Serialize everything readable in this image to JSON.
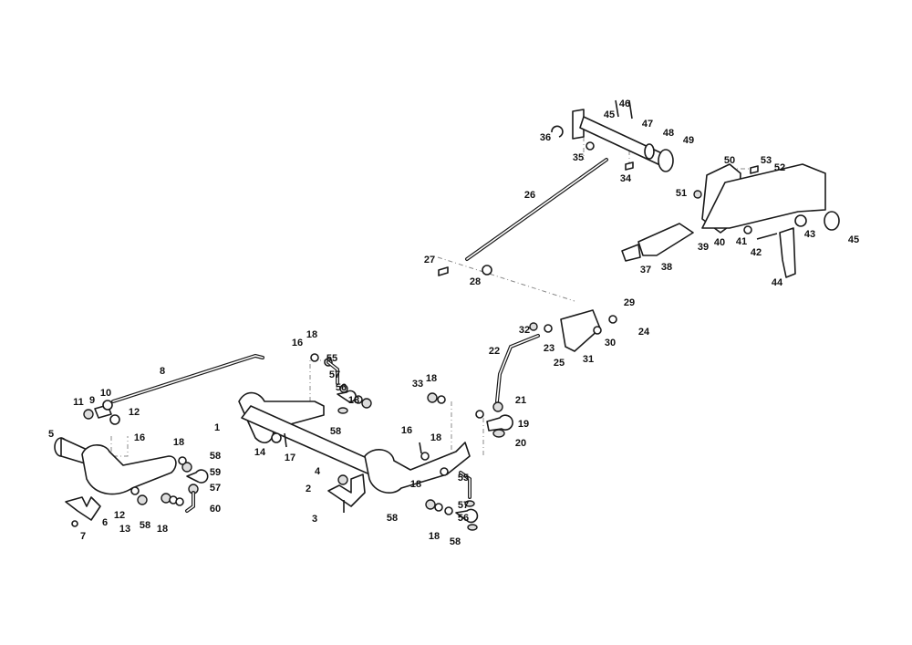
{
  "diagram": {
    "title": "Exploded parts diagram - cutting deck lift linkage",
    "callouts": [
      "46",
      "45",
      "47",
      "48",
      "49",
      "36",
      "35",
      "34",
      "26",
      "50",
      "53",
      "52",
      "51",
      "27",
      "28",
      "39",
      "40",
      "41",
      "42",
      "43",
      "45",
      "37",
      "38",
      "44",
      "29",
      "32",
      "23",
      "30",
      "24",
      "22",
      "25",
      "31",
      "16",
      "18",
      "55",
      "57",
      "56",
      "18",
      "58",
      "8",
      "33",
      "18",
      "21",
      "19",
      "20",
      "10",
      "11",
      "9",
      "12",
      "1",
      "14",
      "17",
      "16",
      "18",
      "5",
      "16",
      "18",
      "58",
      "59",
      "57",
      "60",
      "12",
      "13",
      "58",
      "18",
      "6",
      "7",
      "4",
      "2",
      "3",
      "18",
      "55",
      "57",
      "56",
      "58",
      "18",
      "58"
    ]
  }
}
